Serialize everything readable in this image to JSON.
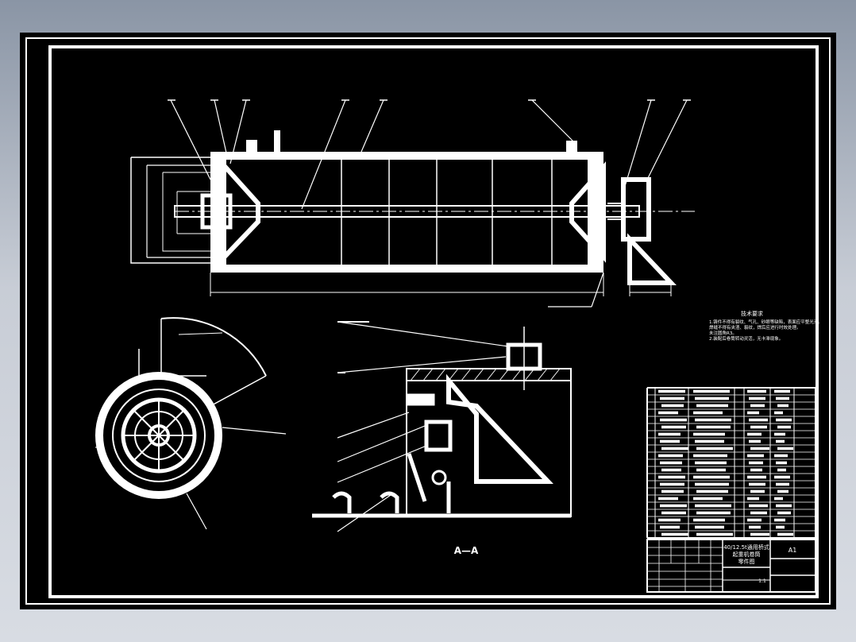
{
  "drawing": {
    "title_block": {
      "project_title": "40/12.5t通用桥式",
      "drawing_name": "起重机卷筒",
      "drawing_type": "零件图",
      "sheet_size": "A1",
      "scale": "1:1"
    },
    "tech_notes": {
      "heading": "技术要求",
      "lines": [
        "1.铸件不得有裂纹、气孔、砂眼等缺陷，表面应平整光滑。",
        "  焊缝不得有夹渣、裂纹，焊后应进行时效处理。",
        "  未注圆角R3。",
        "2.装配后卷筒转动灵活，无卡滞现象。"
      ]
    },
    "section_label": "A—A",
    "bom_row_count": 21,
    "colors": {
      "background": "#000000",
      "line": "#ffffff"
    }
  }
}
